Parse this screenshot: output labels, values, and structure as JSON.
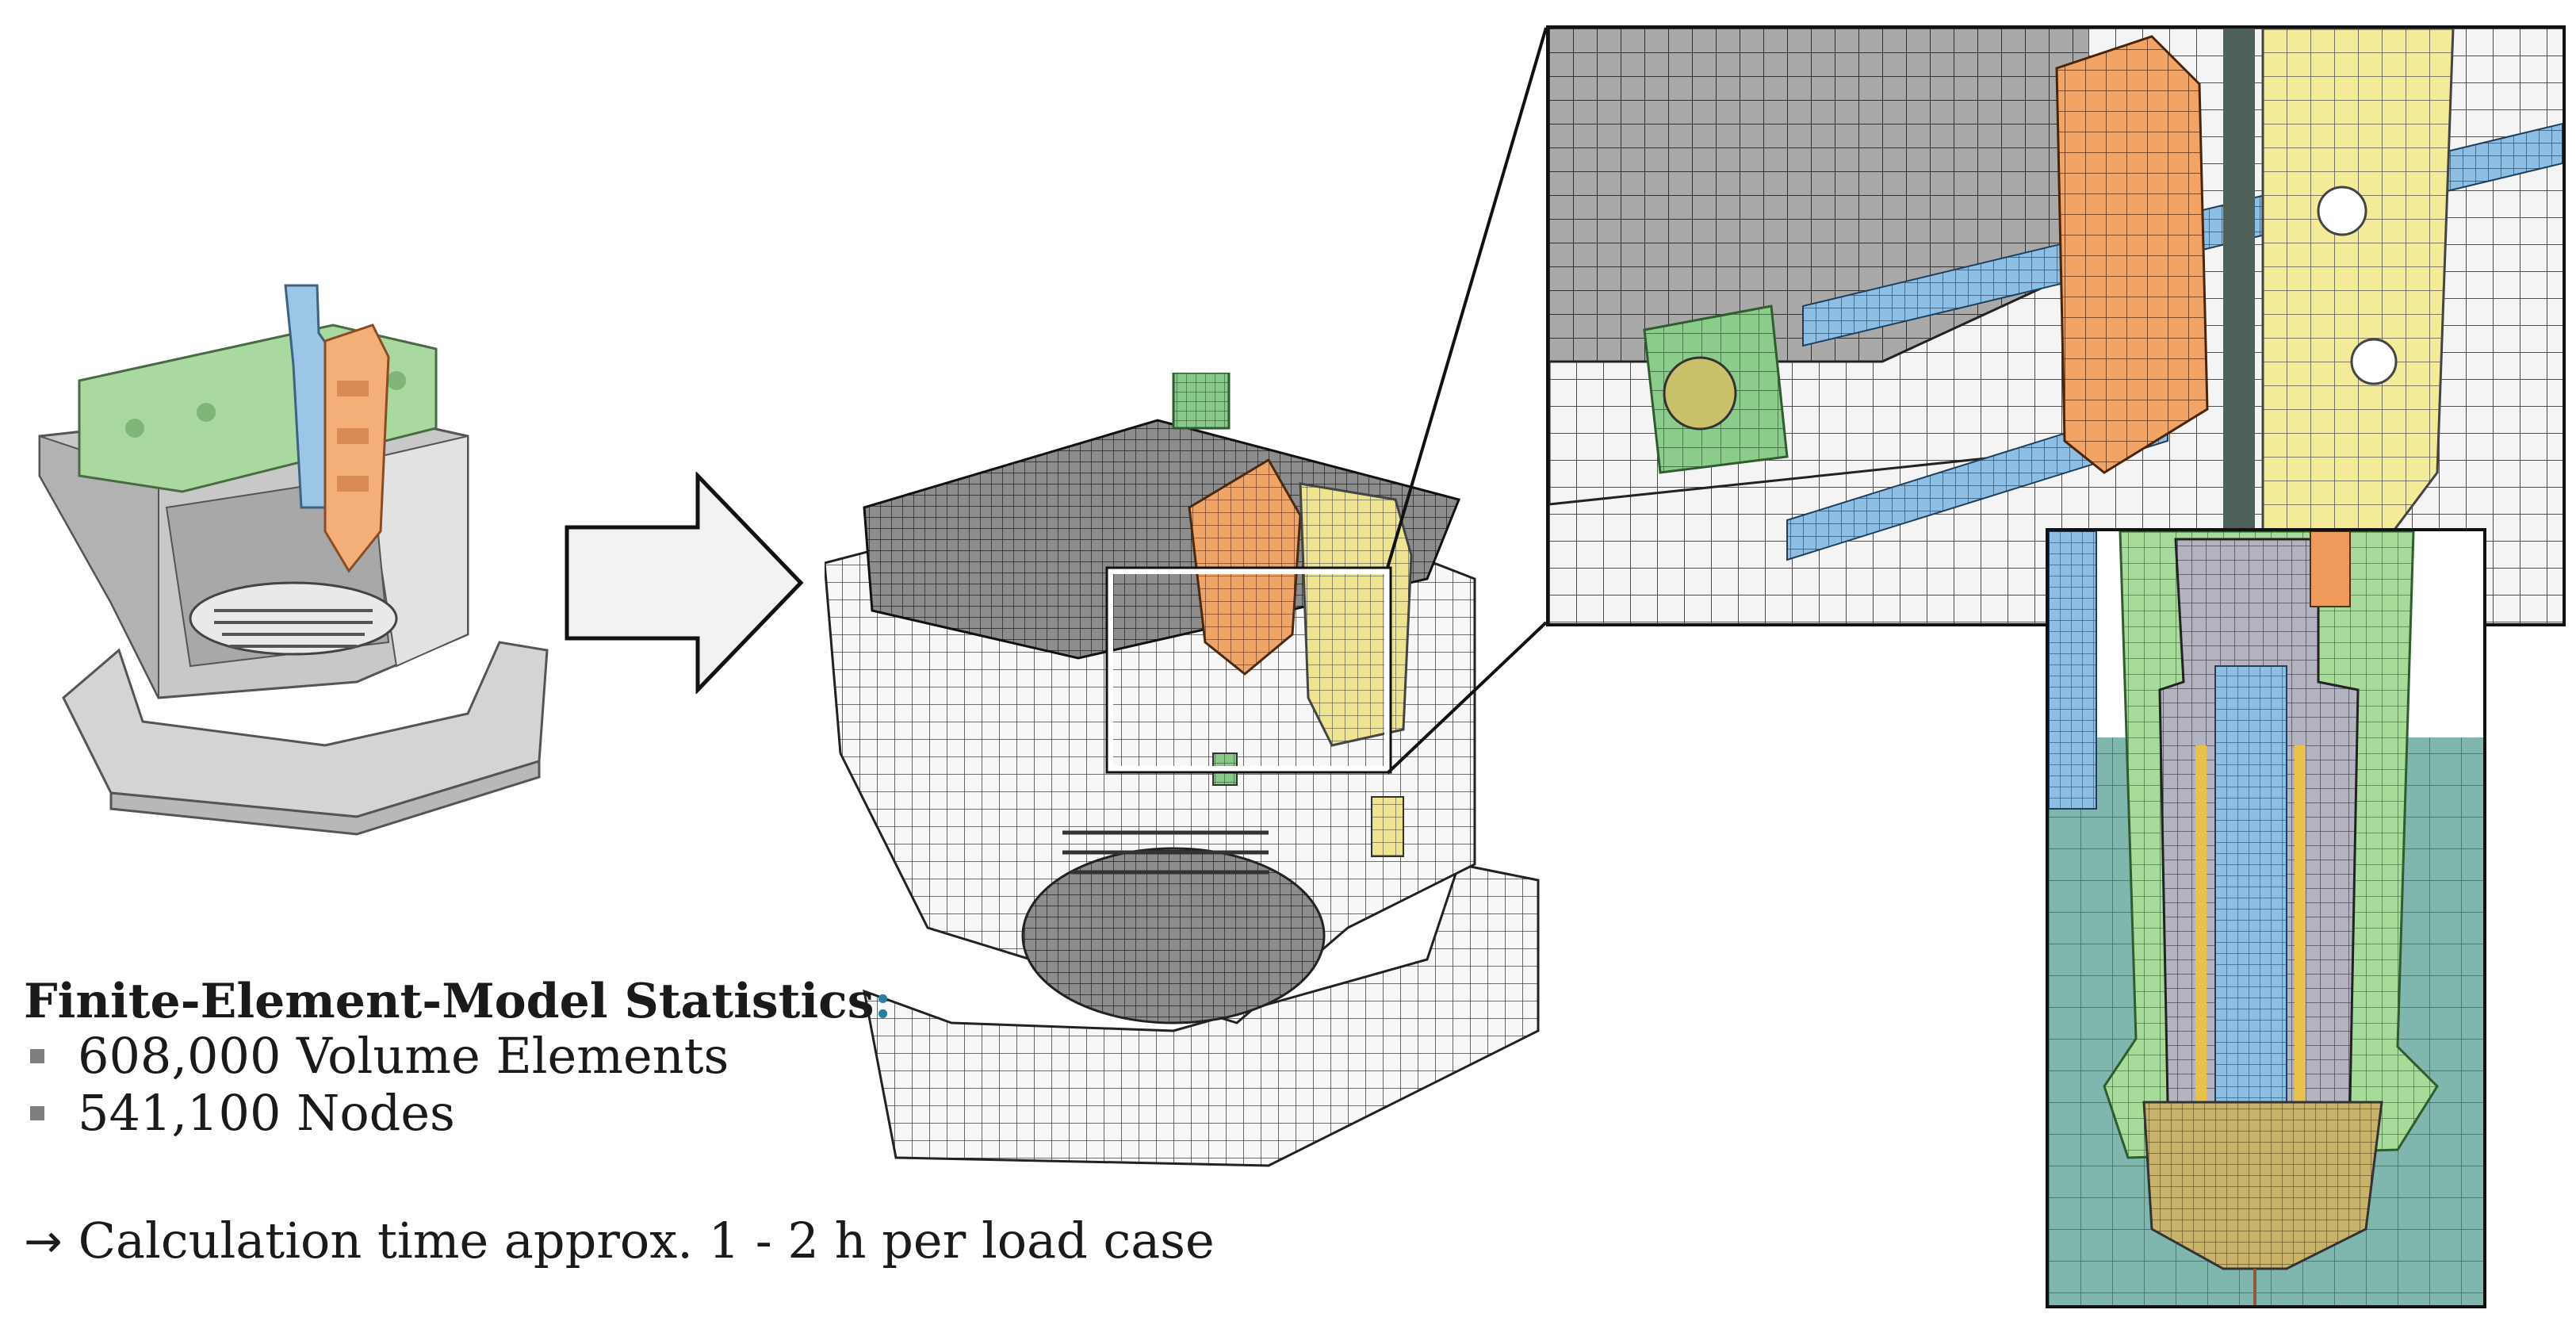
{
  "stats": {
    "title": "Finite-Element-Model Statistics",
    "title_colon": ":",
    "items": [
      "608,000 Volume Elements",
      "541,100 Nodes"
    ]
  },
  "calc": {
    "arrow": "→",
    "text": "Calculation time approx. 1 - 2 h per load case"
  },
  "colors": {
    "green": "#9fd39a",
    "blue": "#8fbfe0",
    "orange": "#f2a56a",
    "yellow": "#f5ec9a",
    "gray": "#cfcfcf",
    "teal": "#7fb8b0",
    "colon_accent": "#2a7fa0"
  },
  "icons": {
    "process_arrow": "block-arrow-right"
  }
}
